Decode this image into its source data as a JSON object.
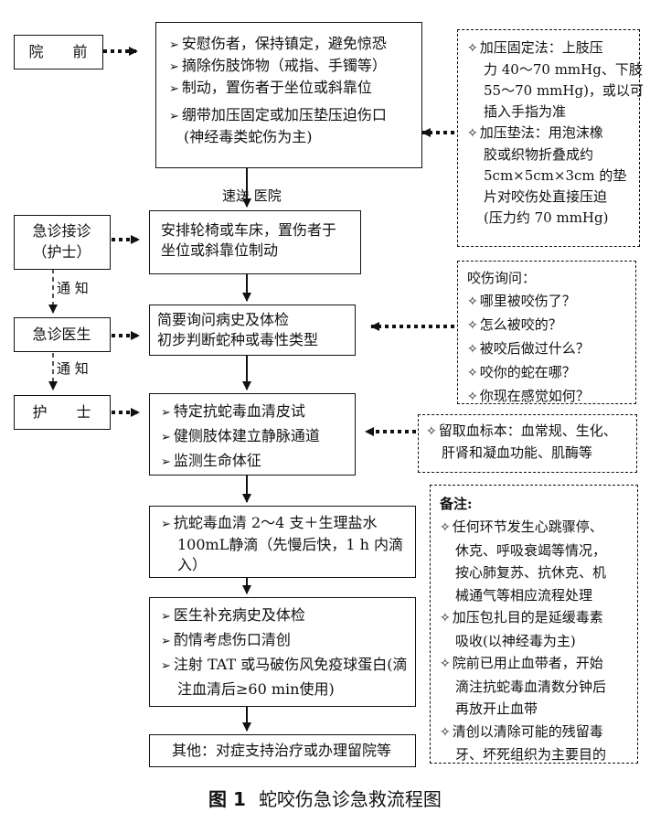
{
  "roles": {
    "prehospital": "院　　前",
    "triage_nurse": [
      "急诊接诊",
      "（护士）"
    ],
    "er_doctor": "急诊医生",
    "nurse": "护　　士"
  },
  "edge_labels": {
    "transport": "速送 医院",
    "notify_1": "通 知",
    "notify_2": "通 知"
  },
  "steps": {
    "prehospital_care": [
      "安慰伤者，保持镇定，避免惊恐",
      "摘除伤肢饰物（戒指、手镯等）",
      "制动，置伤者于坐位或斜靠位",
      "绷带加压固定或加压垫压迫伤口",
      "(神经毒类蛇伤为主)"
    ],
    "reception": [
      "安排轮椅或车床，置伤者于",
      "坐位或斜靠位制动"
    ],
    "history": [
      "简要询问病史及体检",
      "初步判断蛇种或毒性类型"
    ],
    "nursing": [
      "特定抗蛇毒血清皮试",
      "健侧肢体建立静脉通道",
      "监测生命体征"
    ],
    "antivenom": [
      "抗蛇毒血清 2～4 支＋生理盐水",
      "100mL静滴（先慢后快，1 h  内滴",
      "入）"
    ],
    "followup": [
      "医生补充病史及体检",
      "酌情考虑伤口清创",
      "注射 TAT 或马破伤风免疫球蛋白(滴",
      "注血清后≥60 min使用)"
    ],
    "other": "其他：对症支持治疗或办理留院等"
  },
  "notes": {
    "pressure": [
      "加压固定法：上肢压",
      "力 40～70 mmHg、下肢",
      "55～70 mmHg)，或以可",
      "插入手指为准",
      "加压垫法：用泡沫橡",
      "胶或织物折叠成约",
      "5cm×5cm×3cm 的垫",
      "片对咬伤处直接压迫",
      "(压力约 70 mmHg)"
    ],
    "inquiry": {
      "title": "咬伤询问：",
      "items": [
        "哪里被咬伤了？",
        "怎么被咬的？",
        "被咬后做过什么？",
        "咬你的蛇在哪？",
        "你现在感觉如何？"
      ]
    },
    "blood": [
      "留取血标本：血常规、生化、",
      "肝肾和凝血功能、肌酶等"
    ],
    "remarks": {
      "title": "备注:",
      "lines": [
        "任何环节发生心跳骤停、",
        "休克、呼吸衰竭等情况，",
        "按心肺复苏、抗休克、机",
        "械通气等相应流程处理",
        "加压包扎目的是延缓毒素",
        "吸收(以神经毒为主)",
        "院前已用止血带者，开始",
        "滴注抗蛇毒血清数分钟后",
        "再放开止血带",
        "清创以清除可能的残留毒",
        "牙、坏死组织为主要目的"
      ]
    }
  },
  "glyphs": {
    "arrow": "➢",
    "diamond": "✧"
  },
  "caption": {
    "fig": "图 1",
    "title": "蛇咬伤急诊急救流程图"
  }
}
